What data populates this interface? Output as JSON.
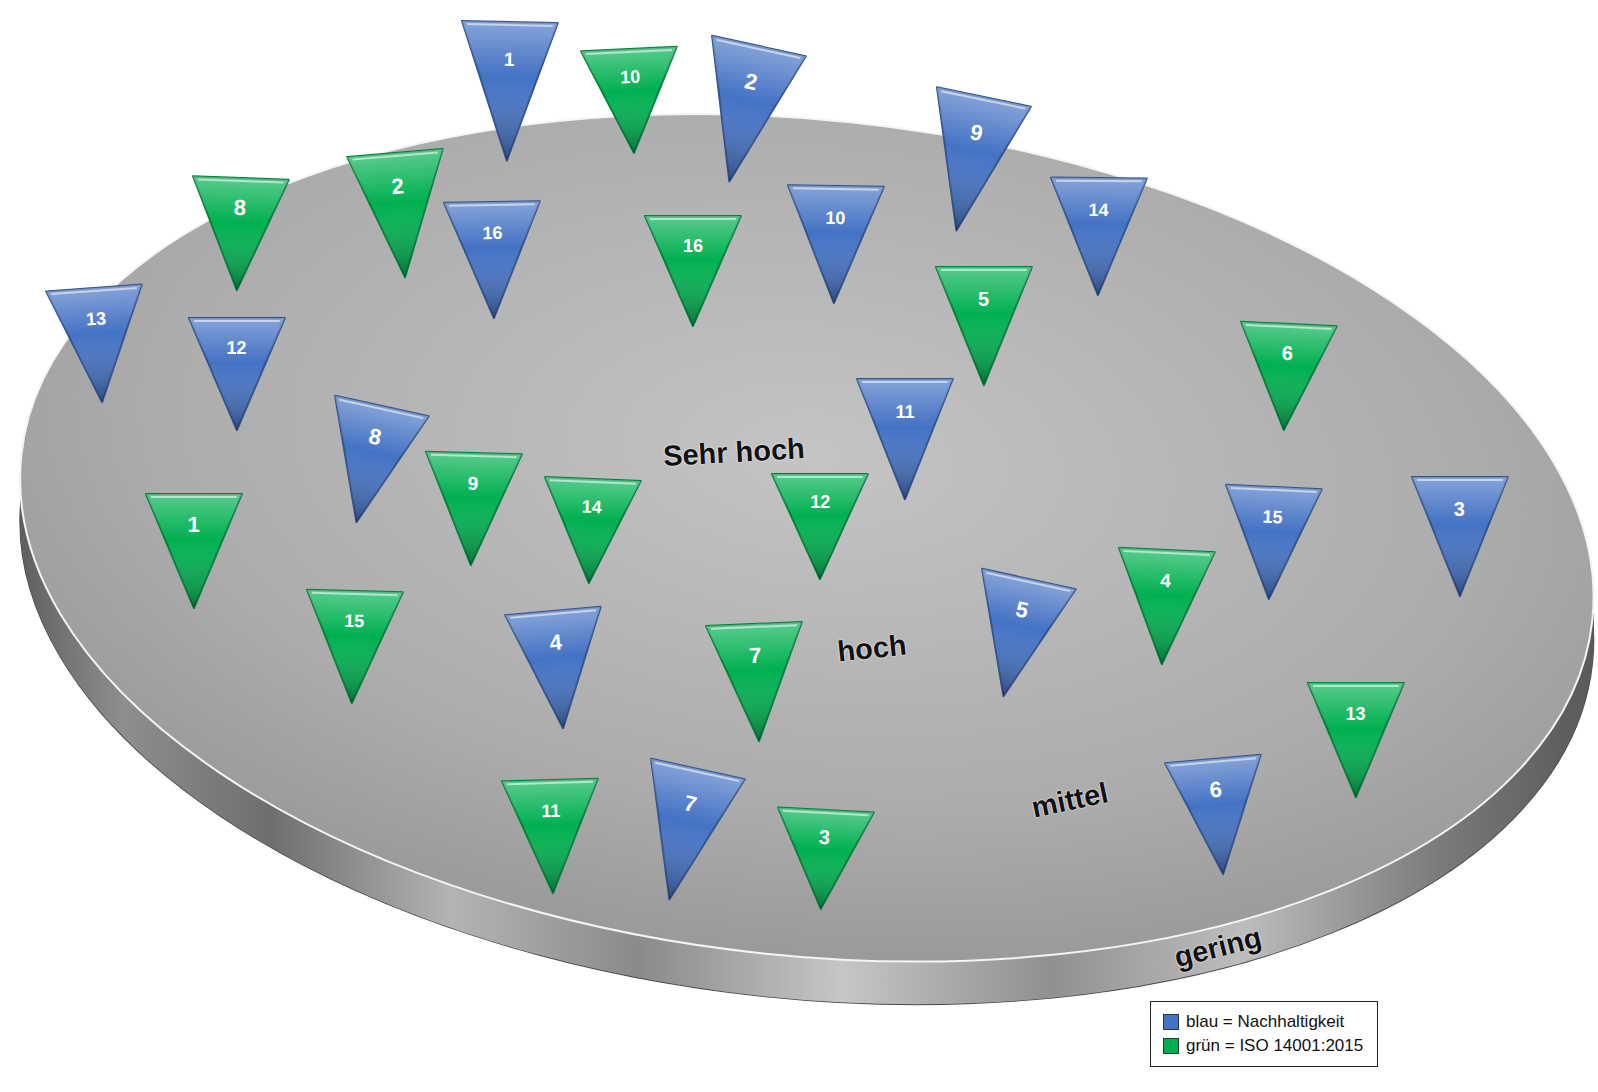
{
  "diagram": {
    "nodes": [
      {
        "text": [
          "gering"
        ]
      },
      {
        "text": [
          "mittel"
        ],
        "in": 0
      },
      {
        "text": [
          "hoch"
        ],
        "in": 1
      },
      {
        "text": [
          "Sehr hoch"
        ],
        "in": 2
      },
      {
        "text": [
          "1"
        ],
        "in": 3
      },
      {
        "text": [
          "2"
        ],
        "in": 3
      },
      {
        "text": [
          "10"
        ],
        "in": 3
      },
      {
        "text": [
          "9"
        ],
        "in": 3
      },
      {
        "text": [
          "2"
        ],
        "in": 3
      },
      {
        "text": [
          "14"
        ],
        "in": 2
      },
      {
        "text": [
          "8"
        ],
        "in": 2
      },
      {
        "text": [
          "10"
        ],
        "in": 3
      },
      {
        "text": [
          "16"
        ],
        "in": 3
      },
      {
        "text": [
          "16"
        ],
        "in": 3
      },
      {
        "text": [
          "5"
        ],
        "in": 2
      },
      {
        "text": [
          "13"
        ],
        "in": 1
      },
      {
        "text": [
          "12"
        ],
        "in": 2
      },
      {
        "text": [
          "6"
        ],
        "in": 1
      },
      {
        "text": [
          "11"
        ],
        "in": 2
      },
      {
        "text": [
          "8"
        ],
        "in": 2
      },
      {
        "text": [
          "9"
        ],
        "in": 2
      },
      {
        "text": [
          "12"
        ],
        "in": 2
      },
      {
        "text": [
          "3"
        ],
        "in": 0
      },
      {
        "text": [
          "14"
        ],
        "in": 2
      },
      {
        "text": [
          "15"
        ],
        "in": 1
      },
      {
        "text": [
          "1"
        ],
        "in": 1
      },
      {
        "text": [
          "4"
        ],
        "in": 1
      },
      {
        "text": [
          "5"
        ],
        "in": 1
      },
      {
        "text": [
          "15"
        ],
        "in": 1
      },
      {
        "text": [
          "4"
        ],
        "in": 1
      },
      {
        "text": [
          "7"
        ],
        "in": 1
      },
      {
        "text": [
          "13"
        ],
        "in": 0
      },
      {
        "text": [
          "6"
        ],
        "in": 0
      },
      {
        "text": [
          "7"
        ],
        "in": 0
      },
      {
        "text": [
          "11"
        ],
        "in": 0
      },
      {
        "text": [
          "3"
        ],
        "in": 0
      }
    ],
    "legend": [
      {
        "text": "blau = Nachhaltigkeit",
        "color": "#4472C4"
      },
      {
        "text": "grün = ISO 14001:2015",
        "color": "#00B050"
      }
    ]
  }
}
